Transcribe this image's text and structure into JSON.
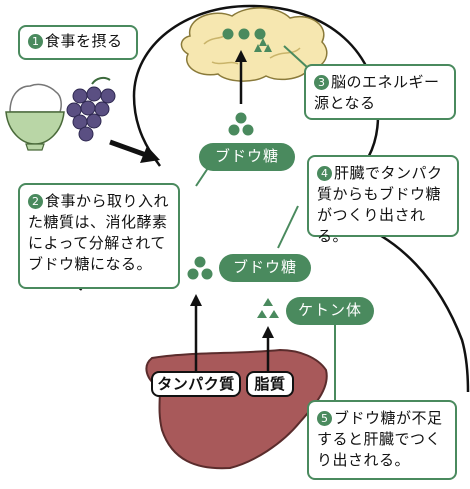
{
  "colors": {
    "accent_green": "#4a8a5e",
    "brain_fill": "#f6e7b0",
    "liver_fill": "#a8595a",
    "grape_fill": "#5a4f82"
  },
  "steps": [
    {
      "num": "1",
      "text": "食事を摂る"
    },
    {
      "num": "2",
      "text": "食事から取り入れた糖質は、消化酵素によって分解されてブドウ糖になる。"
    },
    {
      "num": "3",
      "text": "脳のエネルギー源となる"
    },
    {
      "num": "4",
      "text": "肝臓でタンパク質からもブドウ糖がつくり出される。"
    },
    {
      "num": "5",
      "text": "ブドウ糖が不足すると肝臓でつくり出される。"
    }
  ],
  "labels": {
    "glucose_neck": "ブドウ糖",
    "glucose_body": "ブドウ糖",
    "ketone": "ケトン体",
    "protein": "タンパク質",
    "fat": "脂質"
  },
  "icons": {
    "rice_bowl": "rice-bowl-icon",
    "grapes": "grapes-icon",
    "brain": "brain-icon",
    "liver": "liver-icon"
  }
}
